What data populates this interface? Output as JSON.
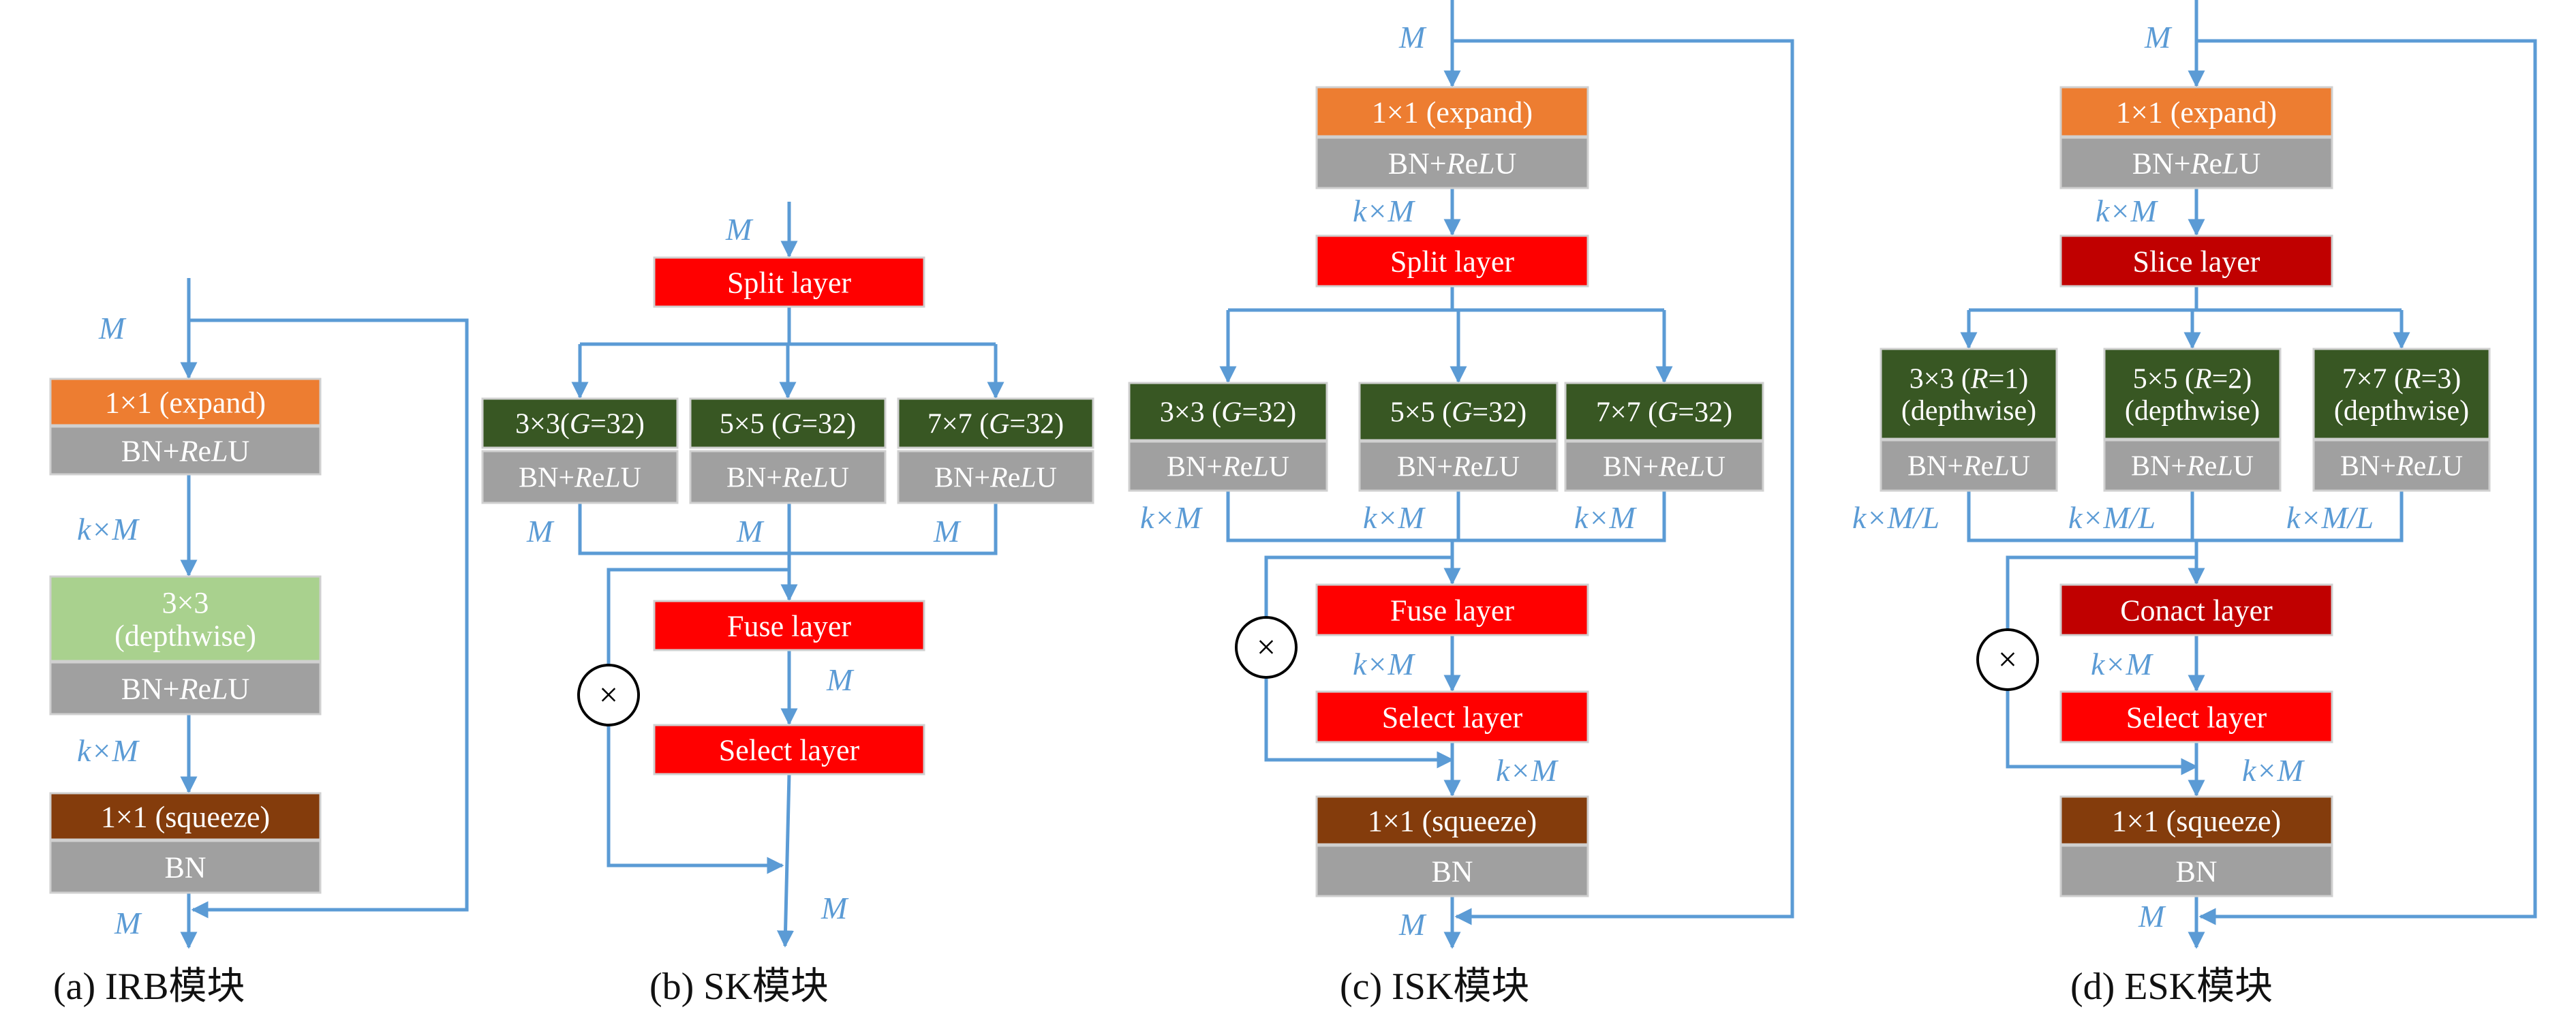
{
  "colors": {
    "orange": "#ED7D31",
    "gray": "#A0A0A0",
    "light_green": "#A9D18E",
    "dark_green": "#385723",
    "brown": "#843C0C",
    "red": "#FF0000",
    "dark_red": "#C00000",
    "arrow": "#5B9BD5",
    "box_border": "#D0D0D0",
    "box_text": "#FFFFFF",
    "caption_text": "#111111"
  },
  "panel_a": {
    "caption": "(a) IRB模块",
    "in_label": "M",
    "expand": "1×1 (expand)",
    "bnrelu1": "BN+ReLU",
    "mid_label1": "k×M",
    "depthwise_l1": "3×3",
    "depthwise_l2": "(depthwise)",
    "bnrelu2": "BN+ReLU",
    "mid_label2": "k×M",
    "squeeze": "1×1 (squeeze)",
    "bn": "BN",
    "out_label": "M"
  },
  "panel_b": {
    "caption": "(b) SK模块",
    "in_label": "M",
    "split": "Split layer",
    "branches": [
      {
        "conv": "3×3(G=32)",
        "bn": "BN+ReLU",
        "out": "M"
      },
      {
        "conv": "5×5 (G=32)",
        "bn": "BN+ReLU",
        "out": "M"
      },
      {
        "conv": "7×7 (G=32)",
        "bn": "BN+ReLU",
        "out": "M"
      }
    ],
    "fuse": "Fuse layer",
    "fuse_out": "M",
    "select": "Select layer",
    "multiply": "×",
    "out_label": "M"
  },
  "panel_c": {
    "caption": "(c) ISK模块",
    "in_label": "M",
    "expand": "1×1 (expand)",
    "bnrelu": "BN+ReLU",
    "mid_label": "k×M",
    "split": "Split layer",
    "branches": [
      {
        "conv": "3×3 (G=32)",
        "bn": "BN+ReLU",
        "out": "k×M"
      },
      {
        "conv": "5×5 (G=32)",
        "bn": "BN+ReLU",
        "out": "k×M"
      },
      {
        "conv": "7×7 (G=32)",
        "bn": "BN+ReLU",
        "out": "k×M"
      }
    ],
    "fuse": "Fuse layer",
    "fuse_out": "k×M",
    "select": "Select layer",
    "select_out": "k×M",
    "multiply": "×",
    "squeeze": "1×1 (squeeze)",
    "bn": "BN",
    "out_label": "M"
  },
  "panel_d": {
    "caption": "(d) ESK模块",
    "in_label": "M",
    "expand": "1×1 (expand)",
    "bnrelu": "BN+ReLU",
    "mid_label": "k×M",
    "slice": "Slice layer",
    "branches": [
      {
        "conv_l1": "3×3 (R=1)",
        "conv_l2": "(depthwise)",
        "bn": "BN+ReLU",
        "out": "k×M/L"
      },
      {
        "conv_l1": "5×5 (R=2)",
        "conv_l2": "(depthwise)",
        "bn": "BN+ReLU",
        "out": "k×M/L"
      },
      {
        "conv_l1": "7×7 (R=3)",
        "conv_l2": "(depthwise)",
        "bn": "BN+ReLU",
        "out": "k×M/L"
      }
    ],
    "concat": "Conact layer",
    "concat_out": "k×M",
    "select": "Select layer",
    "select_out": "k×M",
    "multiply": "×",
    "squeeze": "1×1 (squeeze)",
    "bn": "BN",
    "out_label": "M"
  }
}
